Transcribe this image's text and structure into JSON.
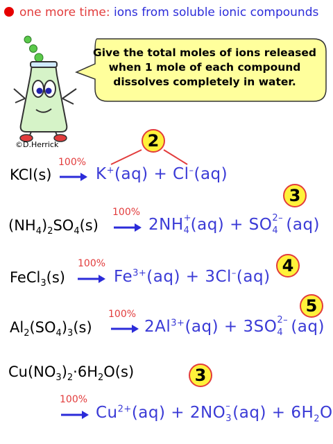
{
  "colors": {
    "dot": "#e60000",
    "title": "#2b2bd9",
    "product": "#3a3ad6",
    "badge_fill": "#fff23a",
    "percent": "#e23c3c",
    "bubble_fill": "#ffff9c"
  },
  "title": {
    "prefix": "one more time: ",
    "subject": "ions from soluble ionic compounds"
  },
  "bubble": {
    "line1": "Give the total moles of ions released",
    "line2": "when 1 mole of each compound",
    "line3": "dissolves completely in water."
  },
  "credit": "©D.Herrick",
  "arrow_label": "100%",
  "reactions": [
    {
      "lhs": [
        "KCl(s)"
      ],
      "products": [
        "K",
        "+",
        "(aq) + Cl",
        "–",
        "(aq)"
      ],
      "answer": "2"
    },
    {
      "lhs": [
        "(NH",
        "4",
        ")",
        "2",
        "SO",
        "4",
        "(s)"
      ],
      "products": [
        "2NH",
        "+",
        "4",
        "(aq) + SO",
        "2–",
        "4",
        "(aq)"
      ],
      "answer": "3"
    },
    {
      "lhs": [
        "FeCl",
        "3",
        "(s)"
      ],
      "products": [
        "Fe",
        "3+",
        "(aq) + 3Cl",
        "–",
        "(aq)"
      ],
      "answer": "4"
    },
    {
      "lhs": [
        "Al",
        "2",
        "(SO",
        "4",
        ")",
        "3",
        "(s)"
      ],
      "products": [
        "2Al",
        "3+",
        "(aq) + 3SO",
        "2–",
        "4",
        "(aq)"
      ],
      "answer": "5"
    },
    {
      "lhs": [
        "Cu(NO",
        "3",
        ")",
        "2",
        "·6H",
        "2",
        "O(s)"
      ],
      "products": [
        "Cu",
        "2+",
        "(aq) + 2NO",
        "–",
        "3",
        "(aq) + 6H",
        "2",
        "O"
      ],
      "answer": "3"
    }
  ]
}
